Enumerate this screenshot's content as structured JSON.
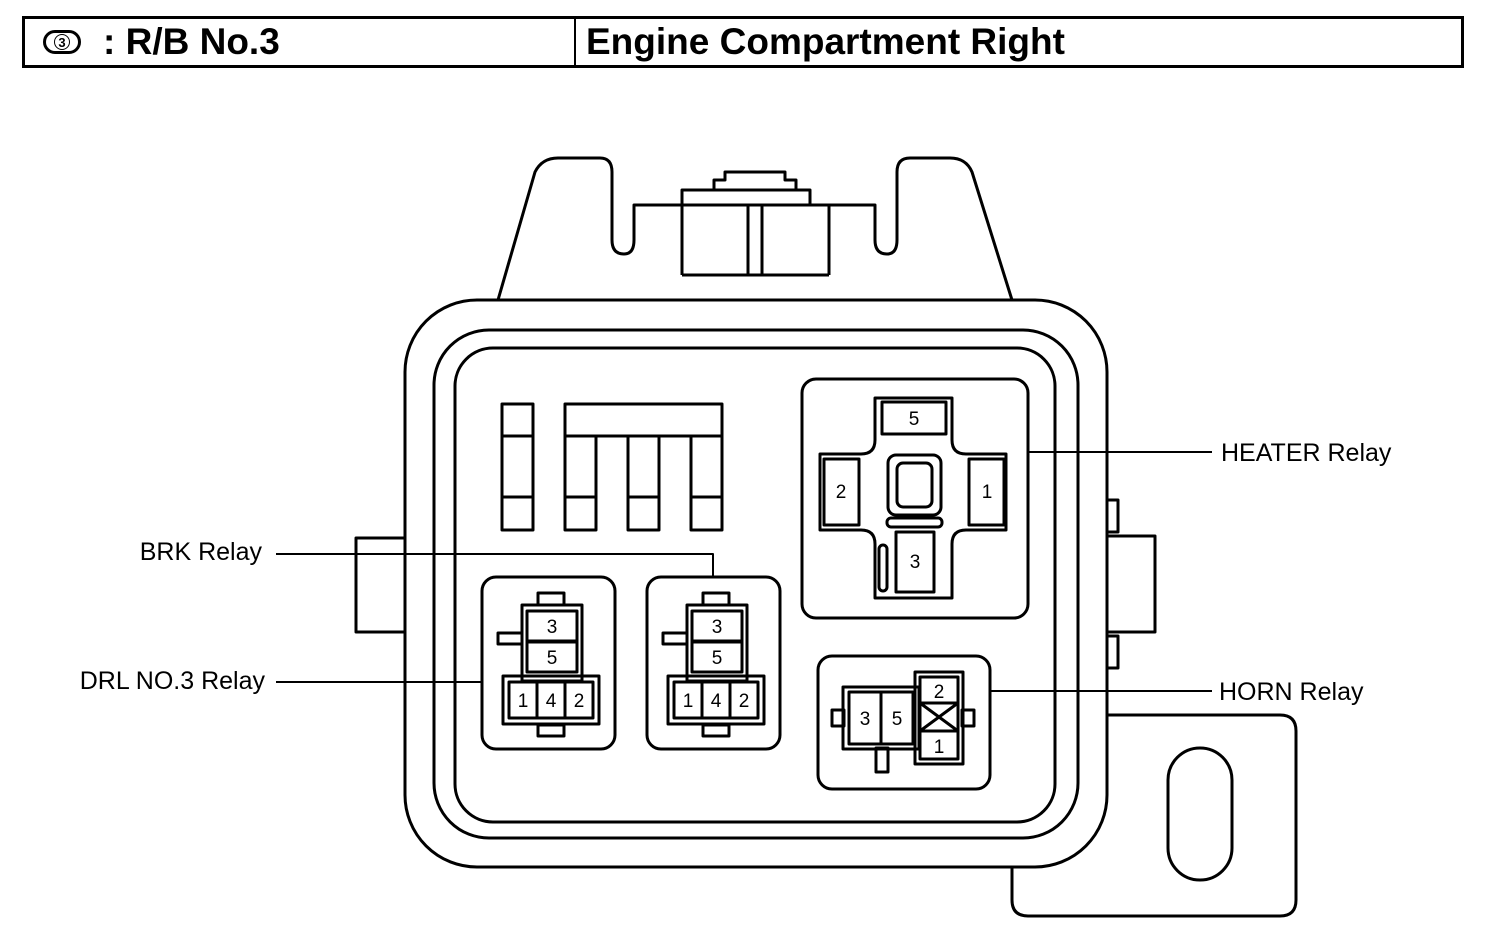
{
  "header": {
    "badge_number": "3",
    "block_name": ": R/B No.3",
    "location": "Engine Compartment Right"
  },
  "callouts": {
    "heater": "HEATER Relay",
    "brk": "BRK Relay",
    "drl": "DRL NO.3 Relay",
    "horn": "HORN Relay"
  },
  "pins": {
    "heater": {
      "top": "5",
      "left": "2",
      "right": "1",
      "bottom": "3"
    },
    "drl": {
      "upper": "3",
      "middle": "5",
      "row": [
        "1",
        "4",
        "2"
      ]
    },
    "brk": {
      "upper": "3",
      "middle": "5",
      "row": [
        "1",
        "4",
        "2"
      ]
    },
    "horn": {
      "a": "3",
      "b": "5",
      "top": "2",
      "bottom": "1"
    }
  }
}
